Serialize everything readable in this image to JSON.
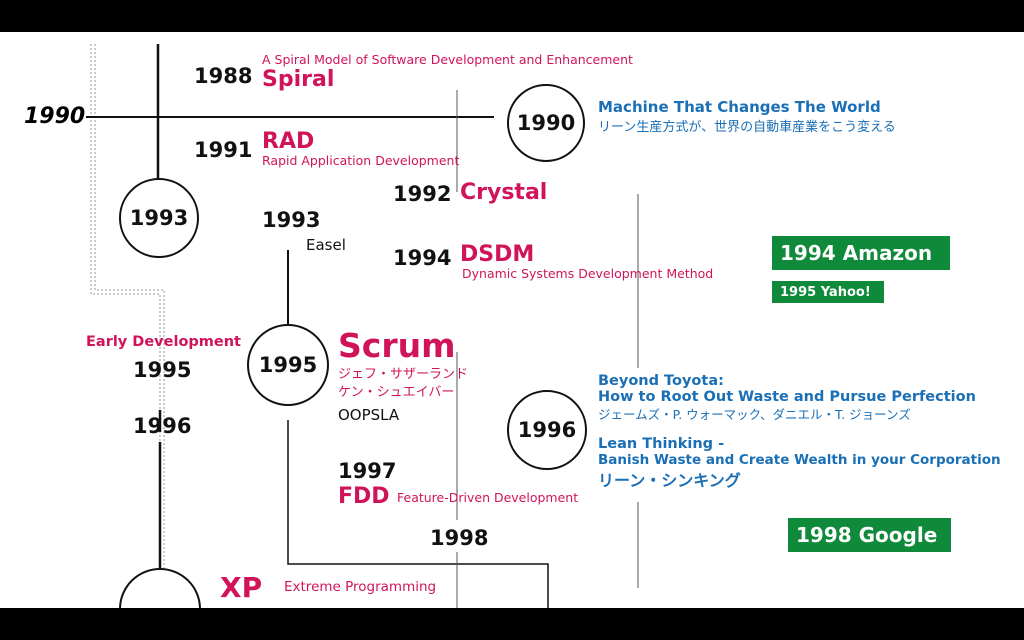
{
  "axis_year": "1990",
  "events": {
    "y1988": "1988",
    "spiral_sub": "A Spiral Model of Software Development and Enhancement",
    "spiral": "Spiral",
    "y1991": "1991",
    "rad": "RAD",
    "rad_sub": "Rapid Application Development",
    "y1992": "1992",
    "crystal": "Crystal",
    "y1993": "1993",
    "easel": "Easel",
    "y1994": "1994",
    "dsdm": "DSDM",
    "dsdm_sub": "Dynamic Systems Development Method",
    "early_dev": "Early Development",
    "y1995": "1995",
    "y1996": "1996",
    "scrum": "Scrum",
    "scrum_jp1": "ジェフ・サザーランド",
    "scrum_jp2": "ケン・シュエイバー",
    "oopsla": "OOPSLA",
    "y1997": "1997",
    "fdd": "FDD",
    "fdd_sub": "Feature-Driven Development",
    "y1998": "1998",
    "xp": "XP",
    "xp_sub": "Extreme Programming"
  },
  "circles": {
    "c1990": "1990",
    "c1993": "1993",
    "c1995": "1995",
    "c1996": "1996"
  },
  "books": {
    "b1_title": "Machine That Changes The World",
    "b1_jp": "リーン生産方式が、世界の自動車産業をこう変える",
    "b2_title1": "Beyond Toyota:",
    "b2_title2": "How to Root Out Waste and Pursue Perfection",
    "b2_jp": "ジェームズ・P. ウォーマック、ダニエル・T. ジョーンズ",
    "b3_title1": "Lean Thinking -",
    "b3_title2": "Banish Waste and Create Wealth in your Corporation",
    "b3_jp": "リーン・シンキング"
  },
  "companies": {
    "amazon": "1994 Amazon",
    "yahoo": "1995 Yahoo!",
    "google": "1998 Google"
  },
  "colors": {
    "accent": "#d1145a",
    "book_blue": "#1a6fb5",
    "company_green": "#0f8a3a"
  }
}
